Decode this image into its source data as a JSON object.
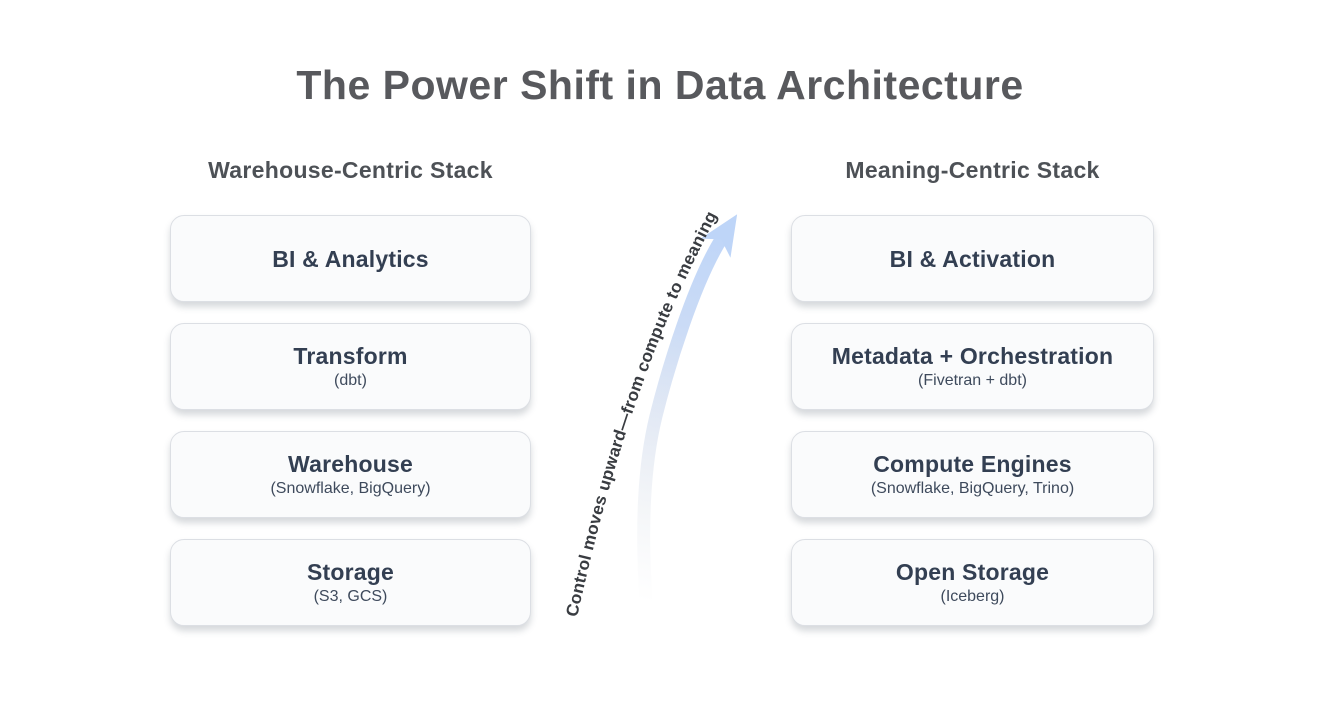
{
  "page": {
    "title": "The Power Shift in Data Architecture"
  },
  "arrow": {
    "label": "Control moves upward—from compute to meaning",
    "color": "#bed5f8"
  },
  "stacks": [
    {
      "header": "Warehouse-Centric Stack",
      "boxes": [
        {
          "title": "BI & Analytics",
          "subtitle": ""
        },
        {
          "title": "Transform",
          "subtitle": "(dbt)"
        },
        {
          "title": "Warehouse",
          "subtitle": "(Snowflake, BigQuery)"
        },
        {
          "title": "Storage",
          "subtitle": "(S3, GCS)"
        }
      ]
    },
    {
      "header": "Meaning-Centric Stack",
      "boxes": [
        {
          "title": "BI & Activation",
          "subtitle": ""
        },
        {
          "title": "Metadata + Orchestration",
          "subtitle": "(Fivetran + dbt)"
        },
        {
          "title": "Compute Engines",
          "subtitle": "(Snowflake, BigQuery, Trino)"
        },
        {
          "title": "Open Storage",
          "subtitle": "(Iceberg)"
        }
      ]
    }
  ],
  "colors": {
    "background": "#ffffff",
    "title_text": "#58595d",
    "header_text": "#4d5156",
    "box_background": "#fafbfc",
    "box_border": "#dcdfe4",
    "box_title_text": "#333f52",
    "box_subtitle_text": "#3e4a5c",
    "arrow_blue": "#bed5f8",
    "arrow_label_text": "#393c41"
  }
}
